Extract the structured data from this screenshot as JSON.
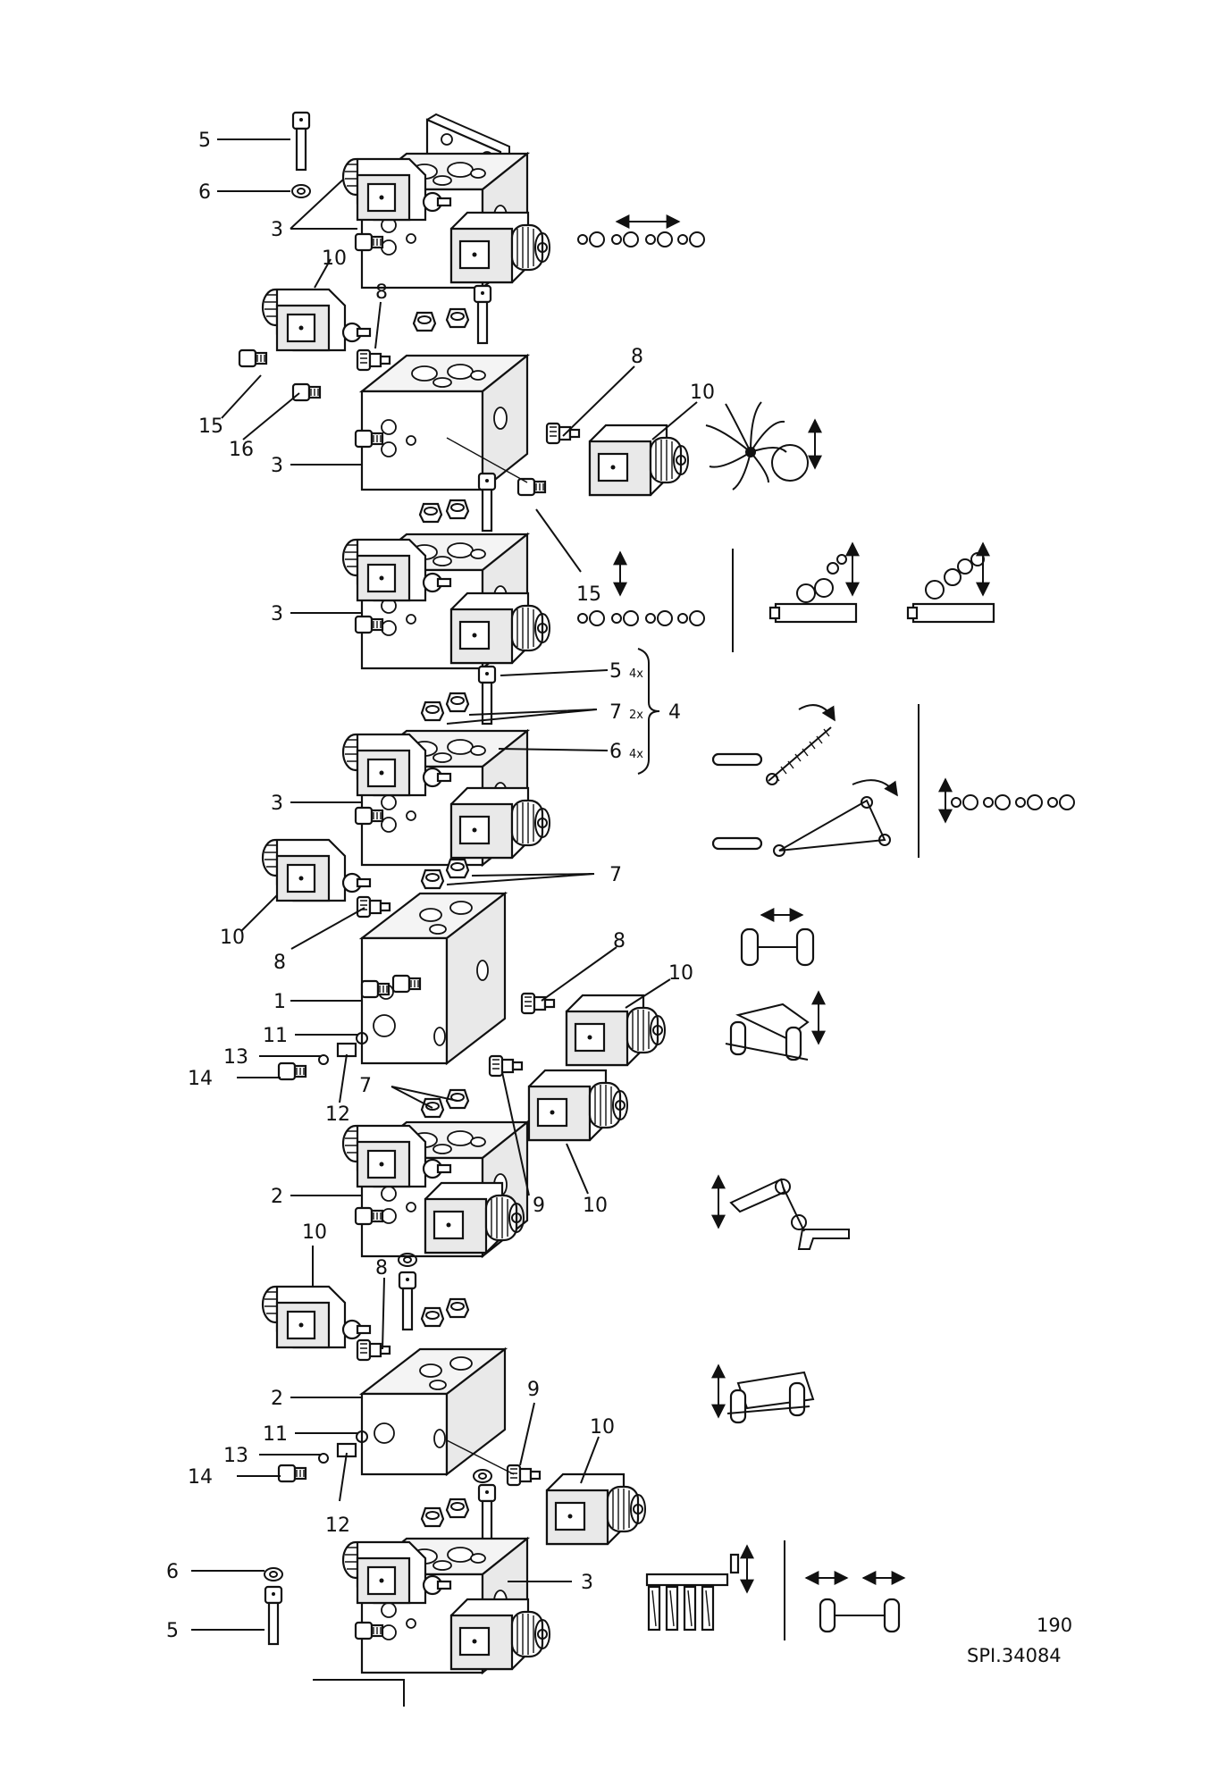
{
  "labels": {
    "n1": "1",
    "n2a": "2",
    "n2b": "2",
    "n3a": "3",
    "n3b": "3",
    "n3c": "3",
    "n3d": "3",
    "n3e": "3",
    "n4": "4",
    "n5a": "5",
    "n5b": "5",
    "n5c": "5",
    "n6a": "6",
    "n6b": "6",
    "n6c": "6",
    "n7a": "7",
    "n7b": "7",
    "n7c": "7",
    "n8a": "8",
    "n8b": "8",
    "n8c": "8",
    "n8d": "8",
    "n8e": "8",
    "n9a": "9",
    "n9b": "9",
    "n10a": "10",
    "n10b": "10",
    "n10c": "10",
    "n10d": "10",
    "n10e": "10",
    "n10f": "10",
    "n10g": "10",
    "n11a": "11",
    "n11b": "11",
    "n12a": "12",
    "n12b": "12",
    "n13a": "13",
    "n13b": "13",
    "n14a": "14",
    "n14b": "14",
    "n15a": "15",
    "n15b": "15",
    "n16": "16",
    "qty4x_a": "4x",
    "qty2x": "2x",
    "qty4x_b": "4x"
  },
  "footer": {
    "page_number": "190",
    "drawing_ref": "SPI.34084"
  }
}
